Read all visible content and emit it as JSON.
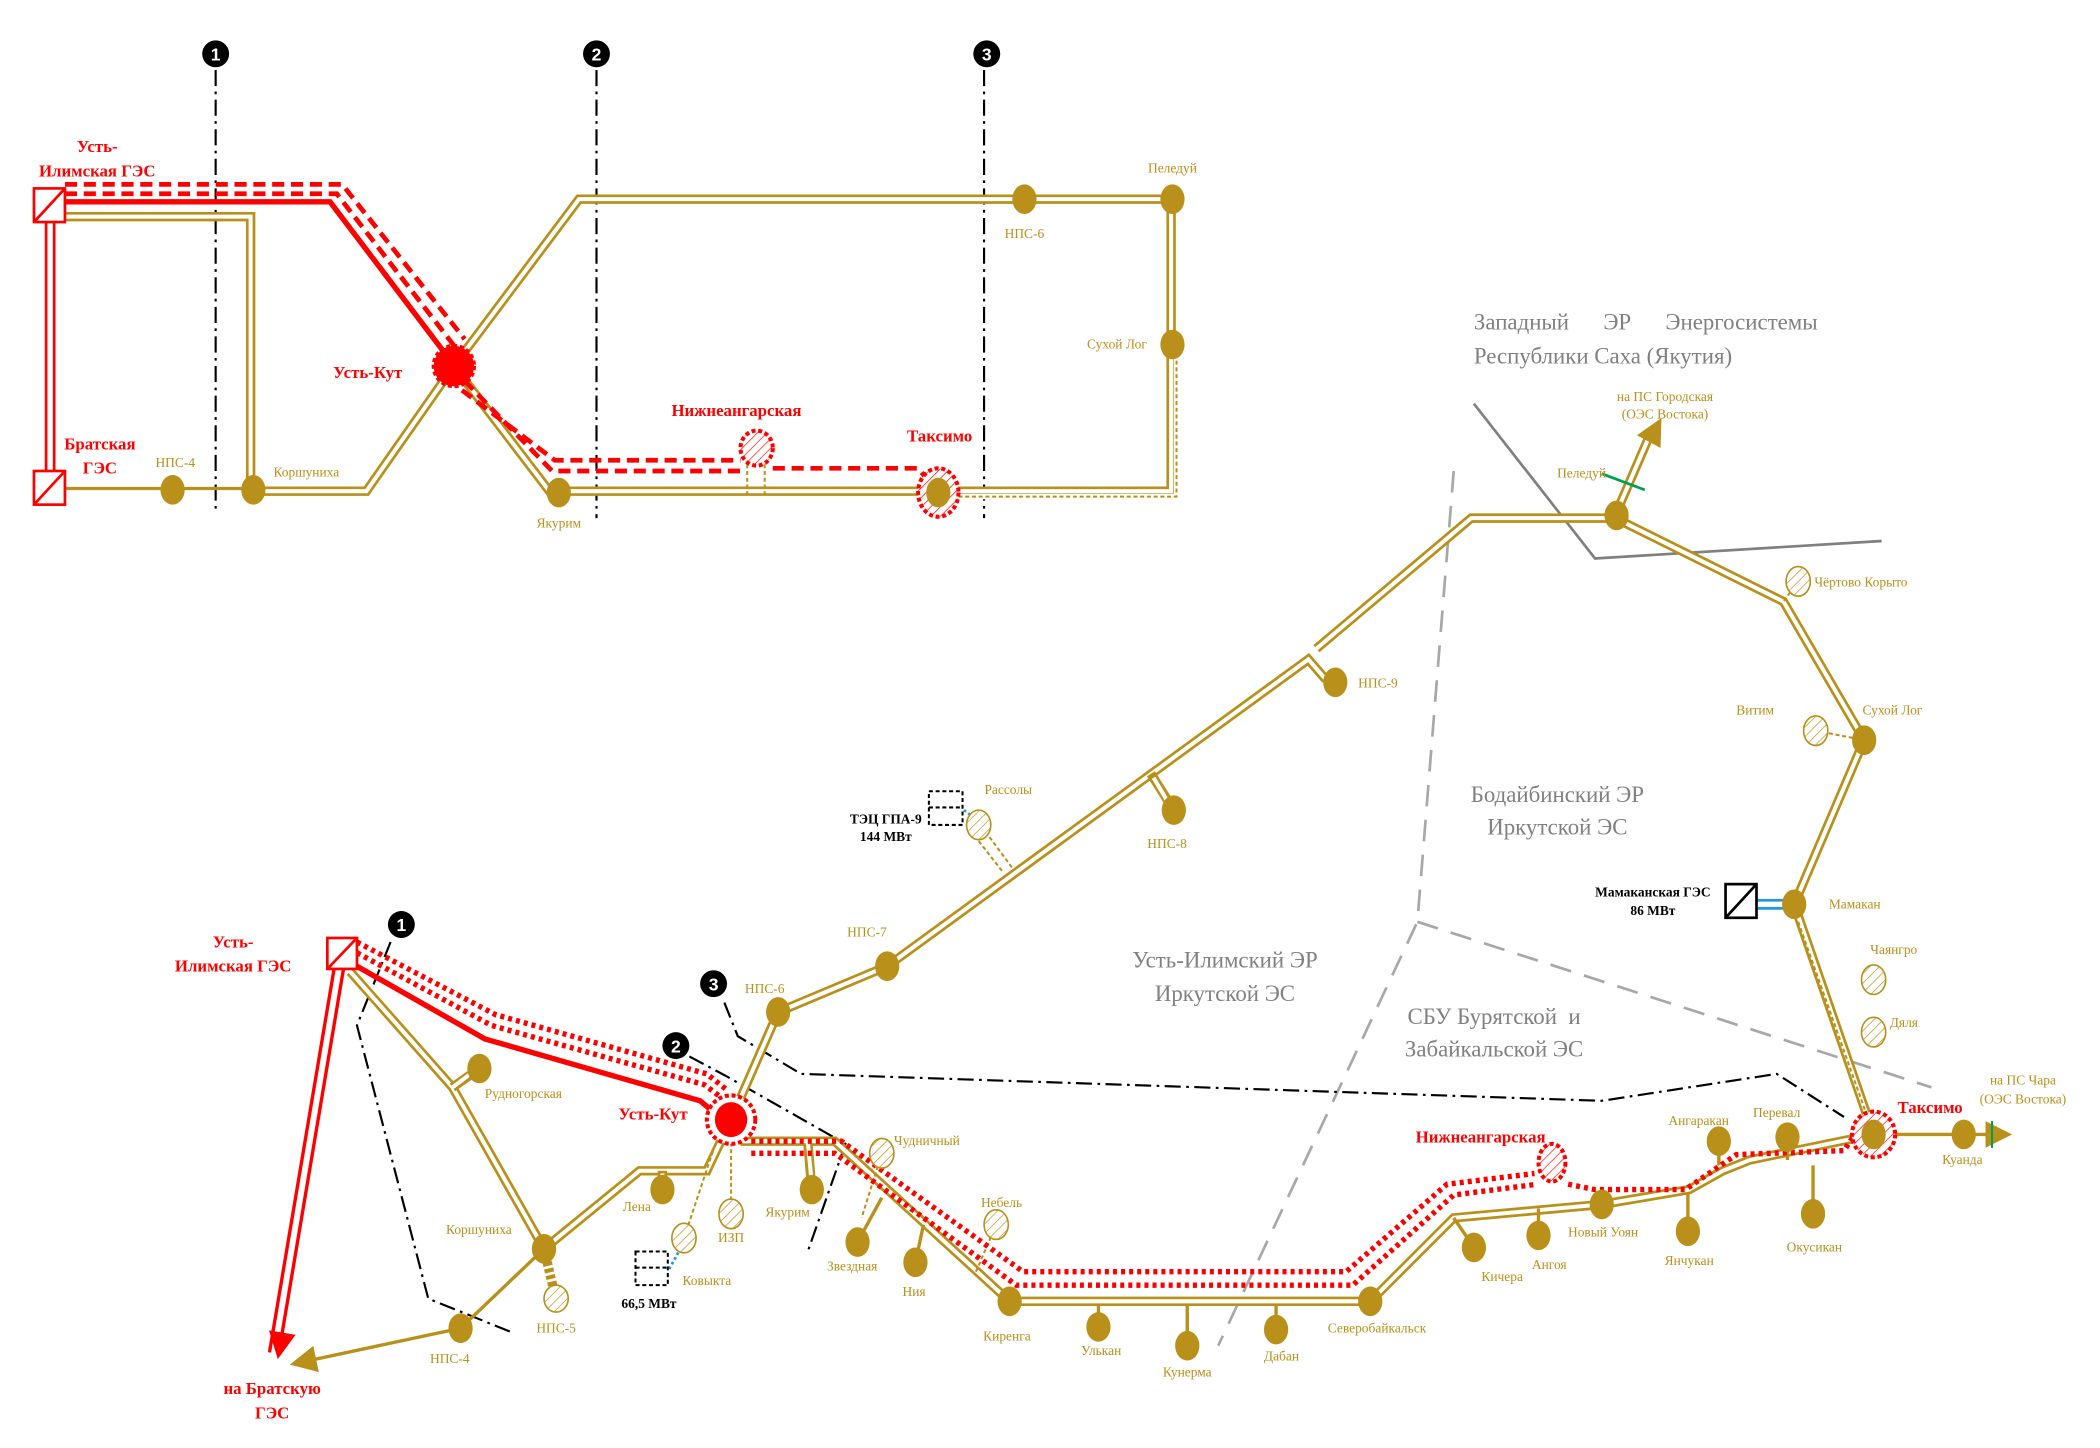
{
  "sections": {
    "s1": "1",
    "s2": "2",
    "s3": "3"
  },
  "top": {
    "ust_ilimsk_1": "Усть-",
    "ust_ilimsk_2": "Илимская ГЭС",
    "bratsk_1": "Братская",
    "bratsk_2": "ГЭС",
    "nps4": "НПС-4",
    "korshunikha": "Коршуниха",
    "ust_kut": "Усть-Кут",
    "yakurim": "Якурим",
    "nizhneangarsk": "Нижнеангарская",
    "taksimo": "Таксимо",
    "nps6": "НПС-6",
    "peleduy": "Пеледуй",
    "sukhoy_log": "Сухой Лог"
  },
  "regions": {
    "yakutia_1": "Западный      ЭР      Энергосистемы",
    "yakutia_2": "Республики Саха (Якутия)",
    "bodaibo_1": "Бодайбинский ЭР",
    "bodaibo_2": "Иркутской ЭС",
    "ustilim_1": "Усть-Илимский ЭР",
    "ustilim_2": "Иркутской ЭС",
    "sbu_1": "СБУ Бурятской  и",
    "sbu_2": "Забайкальской ЭС"
  },
  "bottom": {
    "ust_ilimsk_1": "Усть-",
    "ust_ilimsk_2": "Илимская ГЭС",
    "to_bratsk_1": "на Братскую",
    "to_bratsk_2": "ГЭС",
    "rudnogorskaya": "Рудногорская",
    "korshunikha": "Коршуниха",
    "nps5": "НПС-5",
    "nps4": "НПС-4",
    "lena": "Лена",
    "ust_kut": "Усть-Кут",
    "kovykta": "Ковыкта",
    "kovykta_mw": "66,5 МВт",
    "izp": "ИЗП",
    "yakurim": "Якурим",
    "zvezdnaya": "Звездная",
    "niya": "Ния",
    "chudnichny": "Чудничный",
    "nebel": "Небель",
    "kirenga": "Киренга",
    "ulkan": "Улькан",
    "kunerma": "Кунерма",
    "daban": "Дабан",
    "severobaikalsk": "Северобайкальск",
    "kichera": "Кичера",
    "angoya": "Ангоя",
    "novy_uoyan": "Новый Уоян",
    "yanchukan": "Янчукан",
    "nizhneangarsk": "Нижнеангарская",
    "angarakan": "Ангаракан",
    "pereval": "Перевал",
    "okusikan": "Окусикан",
    "taksimo": "Таксимо",
    "kuanda": "Куанда",
    "to_chara_1": "на ПС Чара",
    "to_chara_2": "(ОЭС Востока)",
    "nps6": "НПС-6",
    "nps7": "НПС-7",
    "nps8": "НПС-8",
    "nps9": "НПС-9",
    "rassoly": "Рассолы",
    "tec_1": "ТЭЦ ГПА-9",
    "tec_2": "144 МВт",
    "peleduy": "Пеледуй",
    "to_gorodskaya_1": "на ПС Городская",
    "to_gorodskaya_2": "(ОЭС Востока)",
    "chertovo": "Чёртово Корыто",
    "vitim": "Витим",
    "sukhoy_log": "Сухой Лог",
    "mamakan_ges_1": "Мамаканская ГЭС",
    "mamakan_ges_2": "86 МВт",
    "mamakan": "Мамакан",
    "chayangro": "Чаянгро",
    "dyalya": "Дяля"
  },
  "colors": {
    "line": "#B8901A",
    "highlight": "#FF0000",
    "region": "#808080"
  }
}
